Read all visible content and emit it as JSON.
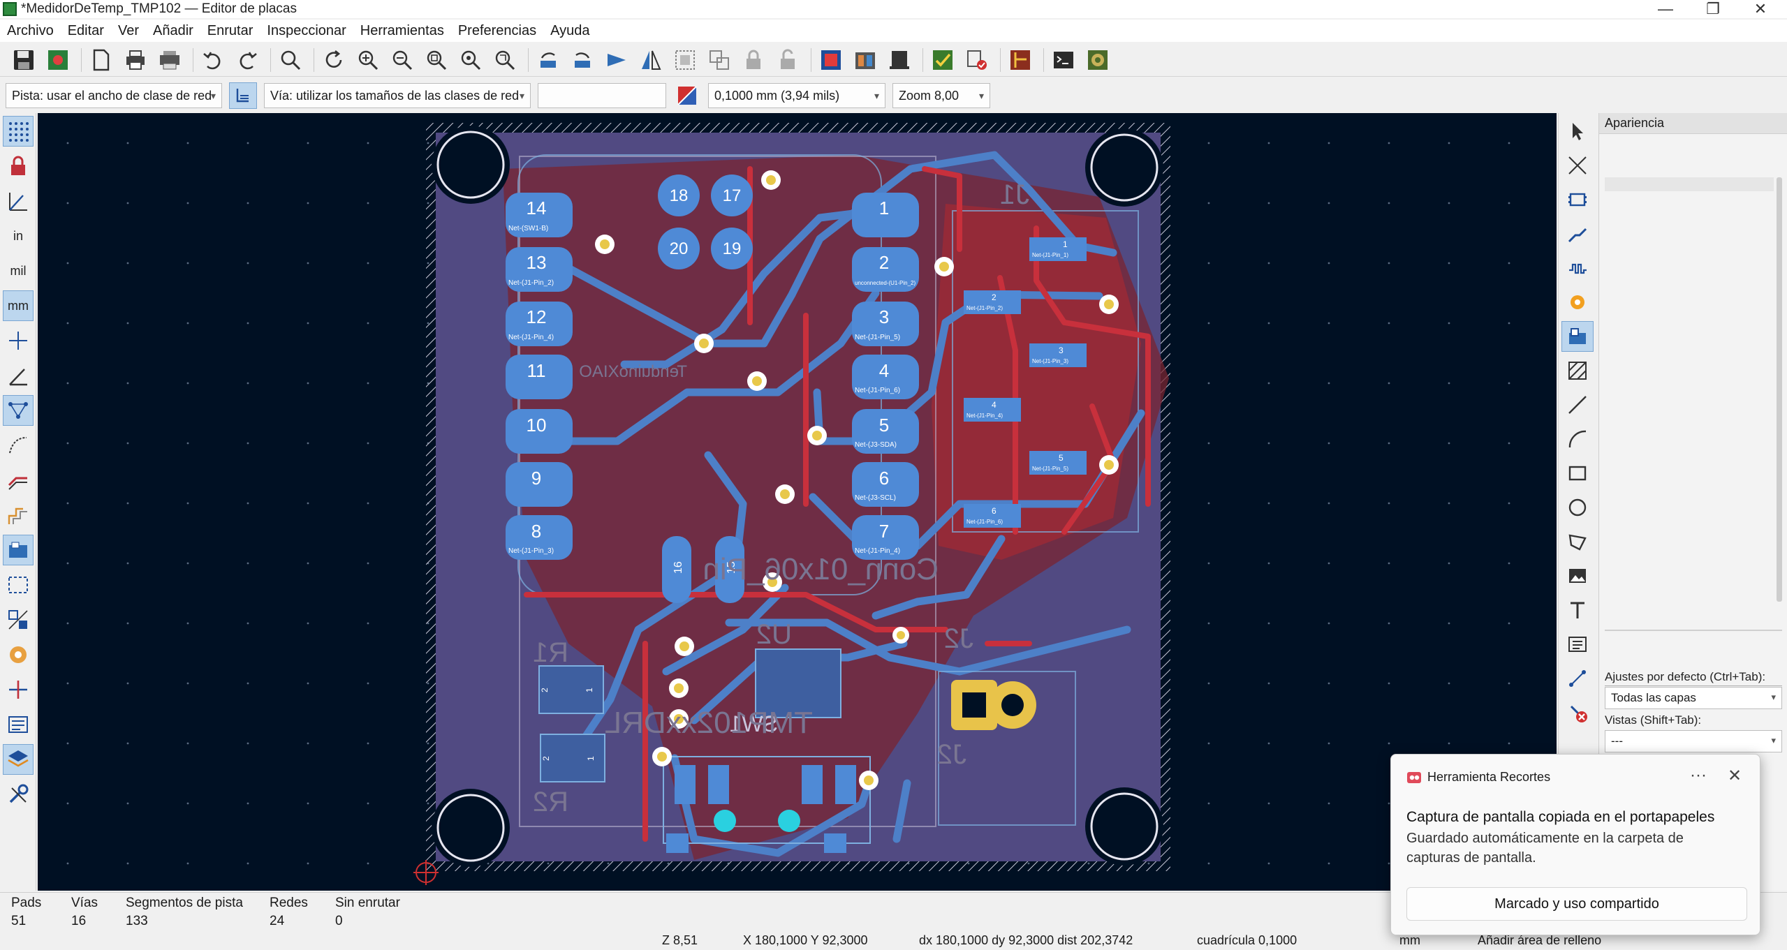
{
  "window": {
    "title": "*MedidorDeTemp_TMP102 — Editor de placas",
    "minimize_glyph": "—",
    "maximize_glyph": "❐",
    "close_glyph": "✕"
  },
  "menu": {
    "items": [
      "Archivo",
      "Editar",
      "Ver",
      "Añadir",
      "Enrutar",
      "Inspeccionar",
      "Herramientas",
      "Preferencias",
      "Ayuda"
    ]
  },
  "toolbar": {
    "icons": [
      "save-icon",
      "board-setup-icon",
      "page-setup-icon",
      "print-icon",
      "plot-icon",
      "undo-icon",
      "redo-icon",
      "find-icon",
      "refresh-icon",
      "zoom-in-icon",
      "zoom-out-icon",
      "zoom-fit-icon",
      "zoom-objects-icon",
      "zoom-area-icon",
      "rotate-ccw-icon",
      "rotate-cw-icon",
      "flip-icon",
      "mirror-icon",
      "group-icon",
      "ungroup-icon",
      "lock-icon",
      "unlock-icon",
      "update-pcb-icon",
      "footprint-editor-icon",
      "footprint-browser-icon",
      "drc-icon",
      "auto-route-icon",
      "router-icon",
      "scripting-console-icon",
      "plugin-icon"
    ]
  },
  "toolbar2": {
    "track_width": "Pista: usar el ancho de clase de red",
    "via_size": "Vía: utilizar los tamaños de las clases de red",
    "blank_field": "",
    "grid": "0,1000 mm (3,94 mils)",
    "zoom": "Zoom 8,00"
  },
  "left_tools": {
    "icons": [
      "grid-icon",
      "lock-icon",
      "polar-coords-icon",
      "inches-icon",
      "mils-icon",
      "millimeters-icon",
      "cursor-icon",
      "angle-icon",
      "ratsnest-icon",
      "curved-ratsnest-icon",
      "track-icon",
      "highlight-icon",
      "zone-fill-icon",
      "zone-outline-icon",
      "pad-display-icon",
      "via-display-icon",
      "high-contrast-icon",
      "net-inspector-icon",
      "layers-icon",
      "properties-icon"
    ],
    "units": {
      "inches": "in",
      "mils": "mil",
      "millimeters": "mm"
    }
  },
  "right_tools": {
    "icons": [
      "select-icon",
      "local-ratsnest-icon",
      "place-footprint-icon",
      "route-track-icon",
      "route-diff-pair-icon",
      "place-via-icon",
      "add-zone-icon",
      "add-rule-area-icon",
      "draw-line-icon",
      "draw-arc-icon",
      "draw-rectangle-icon",
      "draw-circle-icon",
      "draw-polygon-icon",
      "place-image-icon",
      "add-text-icon",
      "add-textbox-icon",
      "add-dimension-icon",
      "delete-icon"
    ]
  },
  "appearance": {
    "title": "Apariencia",
    "presets_label": "Ajustes por defecto (Ctrl+Tab):",
    "presets_value": "Todas las capas",
    "views_label": "Vistas (Shift+Tab):",
    "views_value": "---"
  },
  "pcb": {
    "left_pads": [
      {
        "n": "14",
        "net": "Net-(SW1-B)"
      },
      {
        "n": "13",
        "net": "Net-(J1-Pin_2)"
      },
      {
        "n": "12",
        "net": "Net-(J1-Pin_4)"
      },
      {
        "n": "11",
        "net": ""
      },
      {
        "n": "10",
        "net": ""
      },
      {
        "n": "9",
        "net": ""
      },
      {
        "n": "8",
        "net": "Net-(J1-Pin_3)"
      }
    ],
    "right_pads": [
      {
        "n": "1",
        "net": ""
      },
      {
        "n": "2",
        "net": "unconnected-(U1-Pin_2)"
      },
      {
        "n": "3",
        "net": "Net-(J1-Pin_5)"
      },
      {
        "n": "4",
        "net": "Net-(J1-Pin_6)"
      },
      {
        "n": "5",
        "net": "Net-(J3-SDA)"
      },
      {
        "n": "6",
        "net": "Net-(J3-SCL)"
      },
      {
        "n": "7",
        "net": "Net-(J1-Pin_4)"
      }
    ],
    "top_pads": [
      "18",
      "17",
      "20",
      "19"
    ],
    "bottom_pads": [
      "16",
      "15"
    ],
    "connector_pads": [
      {
        "n": "1",
        "net": "Net-(J1-Pin_1)"
      },
      {
        "n": "2",
        "net": "Net-(J1-Pin_2)"
      },
      {
        "n": "3",
        "net": "Net-(J1-Pin_3)"
      },
      {
        "n": "4",
        "net": "Net-(J1-Pin_4)"
      },
      {
        "n": "5",
        "net": "Net-(J1-Pin_5)"
      },
      {
        "n": "6",
        "net": "Net-(J1-Pin_6)"
      }
    ],
    "labels": {
      "j1": "J1",
      "j2": "J2",
      "j2_lower": "J2",
      "r1": "R1",
      "r2": "R2",
      "u2": "U2",
      "sw1": "SW1",
      "conn": "Conn_01x06_Pin",
      "tmp": "TMP102xxDRL",
      "headers": "TenduinoXIAO"
    },
    "resistor_pads": [
      "2",
      "1",
      "2",
      "1"
    ]
  },
  "status": {
    "pads_label": "Pads",
    "pads": "51",
    "vias_label": "Vías",
    "vias": "16",
    "segments_label": "Segmentos de pista",
    "segments": "133",
    "nets_label": "Redes",
    "nets": "24",
    "unrouted_label": "Sin enrutar",
    "unrouted": "0",
    "z": "Z 8,51",
    "xy": "X 180,1000  Y 92,3000",
    "dxy": "dx 180,1000  dy 92,3000  dist 202,3742",
    "grid": "cuadrícula 0,1000",
    "units": "mm",
    "action": "Añadir área de relleno"
  },
  "toast": {
    "app": "Herramienta Recortes",
    "dots": "···",
    "close": "✕",
    "heading": "Captura de pantalla copiada en el portapapeles",
    "body": "Guardado automáticamente en la carpeta de capturas de pantalla.",
    "action": "Marcado y uso compartido"
  },
  "colors": {
    "canvas": "#001023",
    "board_fill": "#5a4f8a",
    "front_copper": "#c8303c",
    "back_copper": "#4d7fc4",
    "pad": "#4f8ad6",
    "via": "#e8c84a",
    "zone_back": "#8a2430",
    "edge": "#d8d8e8"
  }
}
